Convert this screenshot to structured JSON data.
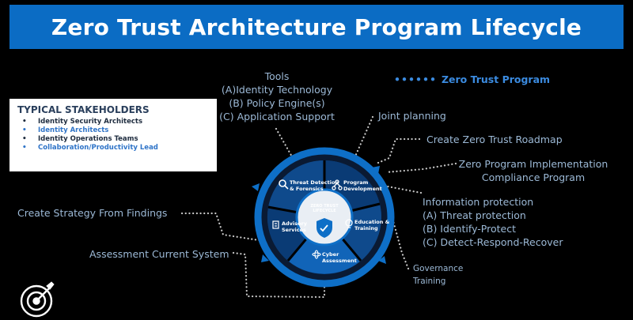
{
  "title": "Zero Trust Architecture Program Lifecycle",
  "program_label": "Zero Trust Program",
  "stakeholders": {
    "heading": "TYPICAL STAKEHOLDERS",
    "items": [
      {
        "text": "Identity Security Architects",
        "color": "dark"
      },
      {
        "text": "Identity Architects",
        "color": "blue"
      },
      {
        "text": "Identity Operations Teams",
        "color": "dark"
      },
      {
        "text": "Collaboration/Productivity Lead",
        "color": "blue"
      }
    ]
  },
  "labels": {
    "tools": [
      "Tools",
      "(A)Identity Technology",
      "(B) Policy Engine(s)",
      "(C) Application Support"
    ],
    "joint_planning": "Joint planning",
    "roadmap": "Create Zero Trust Roadmap",
    "implementation": [
      "Zero Program Implementation",
      "Compliance Program"
    ],
    "info_protection": [
      "Information protection",
      "(A) Threat protection",
      "(B) Identify-Protect",
      "(C) Detect-Respond-Recover"
    ],
    "governance": [
      "Governance",
      "Training"
    ],
    "strategy": "Create Strategy From Findings",
    "assessment": "Assessment Current System"
  },
  "wheel": {
    "center": [
      "ZERO TRUST",
      "LIFECYCLE"
    ],
    "segments": [
      {
        "lines": [
          "Threat Detection",
          "& Forensics"
        ],
        "icon": "magnifier-icon"
      },
      {
        "lines": [
          "Program",
          "Development"
        ],
        "icon": "network-icon"
      },
      {
        "lines": [
          "Education &",
          "Training"
        ],
        "icon": "lightbulb-icon"
      },
      {
        "lines": [
          "Cyber",
          "Assessment"
        ],
        "icon": "atom-icon"
      },
      {
        "lines": [
          "Advisory",
          "Services"
        ],
        "icon": "document-icon"
      }
    ]
  },
  "colors": {
    "banner": "#0b6cc4",
    "ring": "#0e6fc7",
    "label": "#9cb9d6",
    "accent": "#3b8be0"
  },
  "logo_icon": "target-arrow-icon"
}
